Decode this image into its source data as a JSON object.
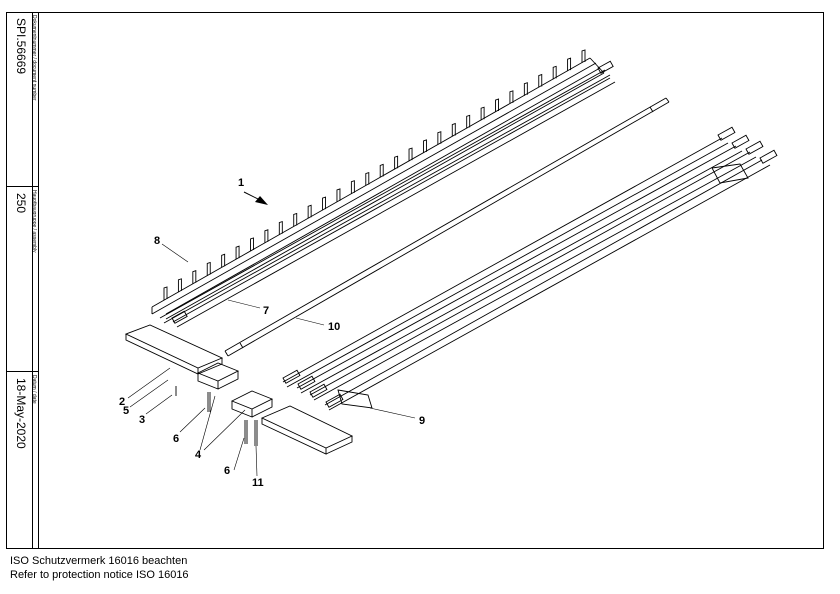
{
  "title_block": {
    "document_number_label": "Dokumentnummer / document number",
    "document_number": "SPI.56669",
    "assembly_label": "Hauptbaugruppe / assembly",
    "assembly": "250",
    "date_label": "Datum / date",
    "date": "18-May-2020"
  },
  "callouts": {
    "c1": "1",
    "c2": "2",
    "c3": "3",
    "c4": "4",
    "c5": "5",
    "c6a": "6",
    "c6b": "6",
    "c7": "7",
    "c8": "8",
    "c9": "9",
    "c10": "10",
    "c11": "11"
  },
  "notice": {
    "line1": "ISO Schutzvermerk 16016 beachten",
    "line2": "Refer to protection notice ISO 16016"
  }
}
